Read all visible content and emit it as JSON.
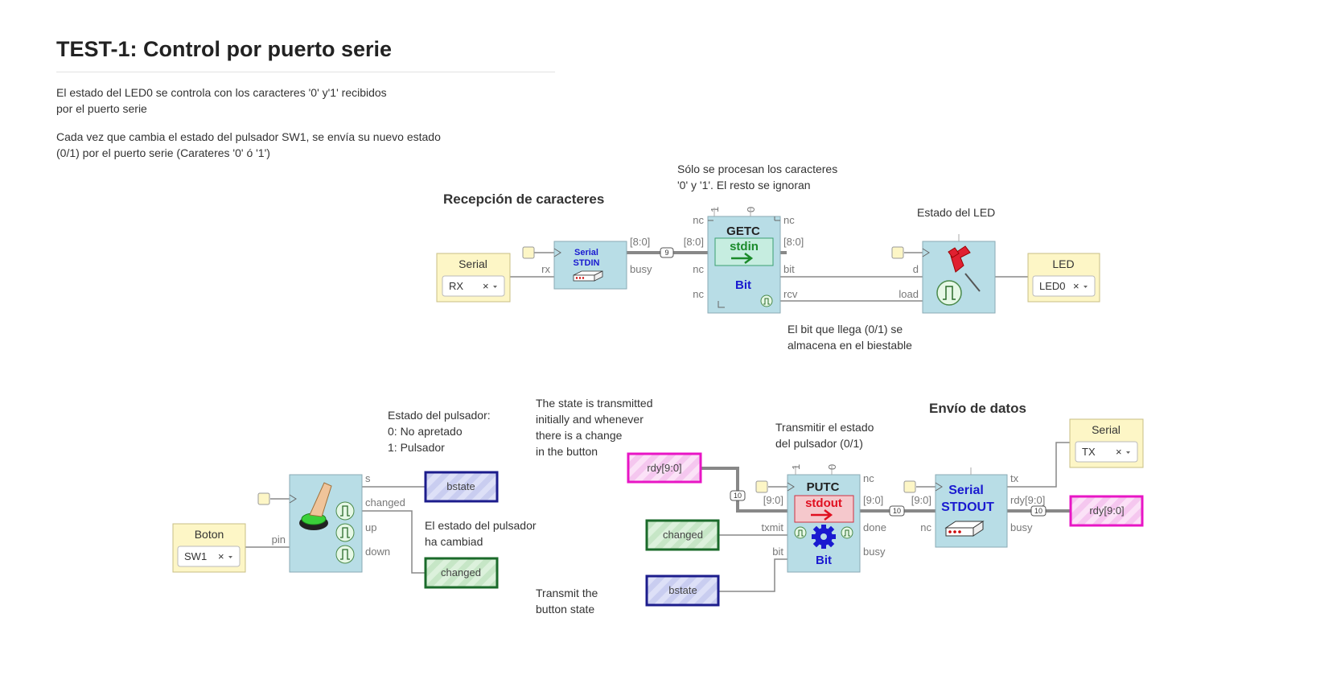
{
  "title": "TEST-1: Control por puerto serie",
  "intro": [
    "El estado del LED0 se controla con los caracteres '0' y'1' recibidos por el puerto serie",
    "Cada vez que cambia el estado del pulsador SW1, se envía su nuevo estado (0/1) por el puerto serie (Carateres '0' ó '1')"
  ],
  "sections": {
    "rx_heading": "Recepción de caracteres",
    "tx_heading": "Envío de datos"
  },
  "notes": {
    "getc_note": [
      "Sólo se procesan los caracteres",
      "'0' y '1'. El resto se ignoran"
    ],
    "led_state": "Estado del LED",
    "bit_note": [
      "El bit que llega (0/1) se",
      "almacena en el biestable"
    ],
    "button_state": [
      "Estado del pulsador:",
      "0: No apretado",
      "1: Pulsador"
    ],
    "state_transmitted": [
      "The state is transmitted",
      "initially and whenever",
      "there is a change",
      "in the button"
    ],
    "transmit_note": [
      "Transmitir el estado",
      "del pulsador (0/1)"
    ],
    "button_changed": [
      "El estado del pulsador",
      "ha cambiad"
    ],
    "transmit_button": [
      "Transmit the",
      "button state"
    ]
  },
  "blocks": {
    "serial_rx": {
      "name": "Serial",
      "value": "RX",
      "clear": "×"
    },
    "led_out": {
      "name": "LED",
      "value": "LED0",
      "clear": "×"
    },
    "boton_in": {
      "name": "Boton",
      "value": "SW1",
      "clear": "×"
    },
    "serial_tx": {
      "name": "Serial",
      "value": "TX",
      "clear": "×"
    },
    "serial_stdin": {
      "line1": "Serial",
      "line2": "STDIN",
      "port_in": "rx",
      "port_out_top": "[8:0]",
      "port_out_bottom": "busy"
    },
    "getc": {
      "title": "GETC",
      "subtitle": "stdin",
      "bottom": "Bit",
      "ports_left": [
        "nc",
        "[8:0]",
        "nc",
        "nc"
      ],
      "ports_right": [
        "nc",
        "[8:0]",
        "bit",
        "rcv"
      ],
      "top_params": [
        "1",
        "0"
      ]
    },
    "flipflop": {
      "port_d": "d",
      "port_load": "load"
    },
    "button_block": {
      "ports_right": [
        "s",
        "changed",
        "up",
        "down"
      ],
      "port_left": "pin"
    },
    "putc": {
      "title": "PUTC",
      "subtitle": "stdout",
      "bottom": "Bit",
      "ports_left": [
        "[9:0]",
        "txmit",
        "bit"
      ],
      "ports_right": [
        "nc",
        "[9:0]",
        "done",
        "busy"
      ],
      "top_params": [
        "1",
        "0"
      ]
    },
    "serial_stdout": {
      "line1": "Serial",
      "line2": "STDOUT",
      "ports_left": [
        "[9:0]",
        "nc"
      ],
      "ports_right": [
        "tx",
        "rdy[9:0]",
        "busy"
      ]
    }
  },
  "tags": {
    "bstate_out": "bstate",
    "changed_out": "changed",
    "rdy_in": "rdy[9:0]",
    "changed_in": "changed",
    "bstate_in": "bstate",
    "rdy_out": "rdy[9:0]"
  },
  "bus_widths": {
    "rx_bus": "9",
    "tx_bus_a": "10",
    "tx_bus_b": "10",
    "tx_bus_c": "10"
  },
  "colors": {
    "block_fill": "#b8dde6",
    "io_fill": "#fdf6c6",
    "tag_blue": "#1c1c8c",
    "tag_green": "#1a6a2a",
    "tag_magenta": "#e815c5"
  }
}
